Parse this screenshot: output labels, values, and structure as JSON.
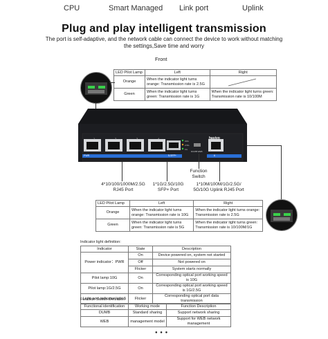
{
  "nav": {
    "cpu": "CPU",
    "smart": "Smart Managed",
    "link": "Link port",
    "uplink": "Uplink"
  },
  "title": "Plug and play intelligent transmission",
  "subtitle": "The port is self-adaptive, and the network cable can connect the device to work without matching the settings,Save time and worry",
  "front_label": "Front",
  "top_table": {
    "header": [
      "LED Pilot Lamp",
      "Left",
      "Right"
    ],
    "rows": [
      {
        "lamp": "Orange",
        "left": "When the indicator light turns orange: Transmission rate is 2.5G",
        "right": ""
      },
      {
        "lamp": "Green",
        "left": "When the indicator light turns green: Transmission rate is 1G",
        "right": "When the indicator light turns green: Transmission rate is 10/100M"
      }
    ]
  },
  "device": {
    "brand": "hasivo",
    "port_labels": [
      "1",
      "2",
      "3",
      "4"
    ],
    "sfp_label": "5-SFP+",
    "rj_label": "6",
    "pwr": "PWR",
    "extra": "DUMB WEB",
    "led_labels": [
      "10G",
      "2.5G",
      "1G"
    ]
  },
  "captions": {
    "function": "Function\nSwitch",
    "rj45": "4*10/100/1000M/2.5G\nRJ45 Port",
    "sfp": "1*1G/2.5G/10G\nSFP+ Port",
    "uplink": "1*10M/100M/1G/2.5G/\n5G/10G Uplink RJ45 Port"
  },
  "mid_table": {
    "header": [
      "LED Pilot Lamp",
      "Left",
      "Right"
    ],
    "rows": [
      {
        "lamp": "Orange",
        "left": "When the indicator light turns orange: Transmission rate is 10G",
        "right": "When the indicator light turns orange: Transmission rate is 2.5G"
      },
      {
        "lamp": "Green",
        "left": "When the indicator light turns green: Transmission rate is 5G",
        "right": "When the indicator light turns green: Transmission rate is 10/100M/1G"
      }
    ]
  },
  "indicator": {
    "title": "Indicator light definition:",
    "header": [
      "Indicator",
      "State",
      "Description"
    ],
    "pwr_name": "Power indicator：PWR",
    "pwr_rows": [
      {
        "state": "On",
        "desc": "Device powered on, system not started"
      },
      {
        "state": "Off",
        "desc": "Not powered on"
      },
      {
        "state": "Flicker",
        "desc": "System starts normally"
      }
    ],
    "rows": [
      {
        "name": "Pilot lamp:10G",
        "state": "On",
        "desc": "Corresponding optical port working speed is 10G"
      },
      {
        "name": "Pilot lamp:1G/2.5G",
        "state": "On",
        "desc": "Corresponding optical port working speed is 1G/2.5G"
      },
      {
        "name": "Light port indicator light:5",
        "state": "Flicker",
        "desc": "Corresponding optical port data transmission"
      }
    ]
  },
  "function": {
    "title": "Function Switch Definition:",
    "header": [
      "Functional identification",
      "Working mode",
      "Function Description"
    ],
    "rows": [
      {
        "id": "DUMB",
        "mode": "Standard sharing",
        "desc": "Support network sharing"
      },
      {
        "id": "WEB",
        "mode": "management model",
        "desc": "Support for WEB network management"
      }
    ]
  },
  "dots": "● ● ●",
  "colors": {
    "orange": "#f39a1a",
    "green": "#39d14a",
    "port_blue": "#2a6fd6",
    "device": "#1c1d21"
  }
}
